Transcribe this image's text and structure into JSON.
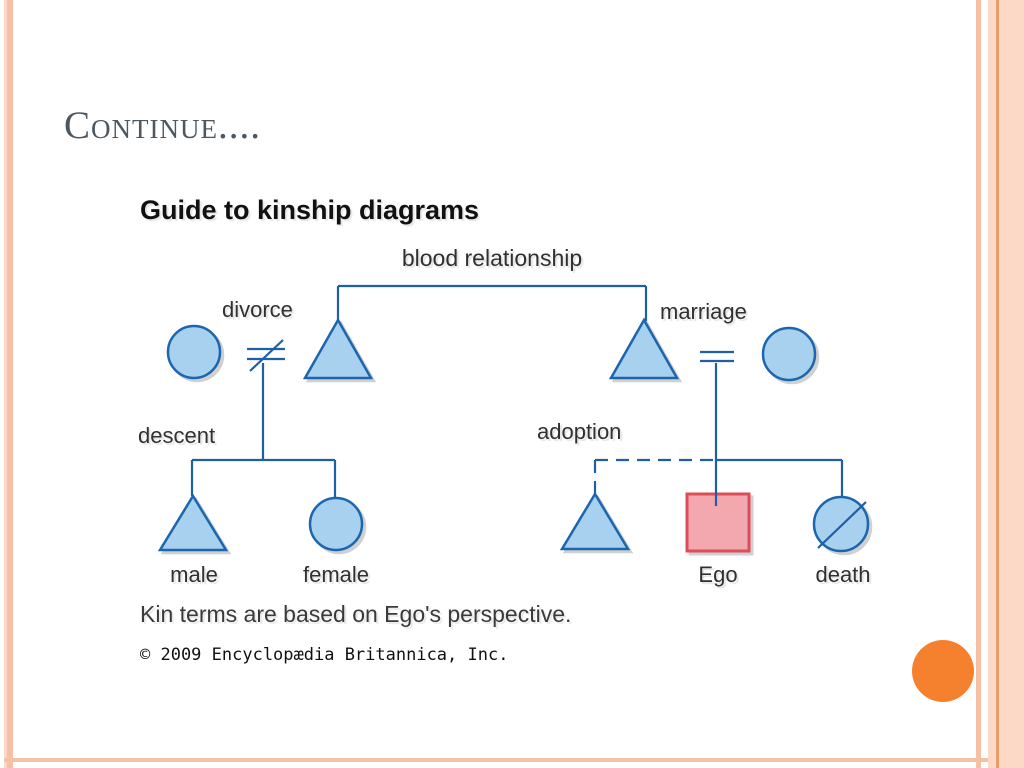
{
  "slide": {
    "title": "Continue...."
  },
  "diagram": {
    "heading": "Guide to kinship diagrams",
    "labels": {
      "blood_relationship": "blood relationship",
      "divorce": "divorce",
      "marriage": "marriage",
      "descent": "descent",
      "adoption": "adoption",
      "male": "male",
      "female": "female",
      "ego": "Ego",
      "death": "death"
    },
    "caption": "Kin terms are based on Ego's perspective.",
    "copyright": "© 2009 Encyclopædia Britannica, Inc.",
    "shapes": {
      "female": "circle",
      "male": "triangle",
      "ego": "square",
      "death": "circle-with-slash",
      "divorce_symbol": "not-equals",
      "marriage_symbol": "equals",
      "adoption_line": "dashed",
      "blood_relationship_line": "solid"
    }
  },
  "colors": {
    "shape_fill": "#A7D1EE",
    "shape_stroke": "#1B66AE",
    "line_blue": "#1E5FA6",
    "ego_fill": "#F3A8AF",
    "ego_stroke": "#DC4D58",
    "accent_orange": "#F5812F",
    "frame_salmon_light": "#FBD9C6",
    "frame_salmon": "#F5C0A3",
    "frame_salmon_dark": "#E99C69",
    "title_color": "#4C5760",
    "label_color": "#303030"
  }
}
